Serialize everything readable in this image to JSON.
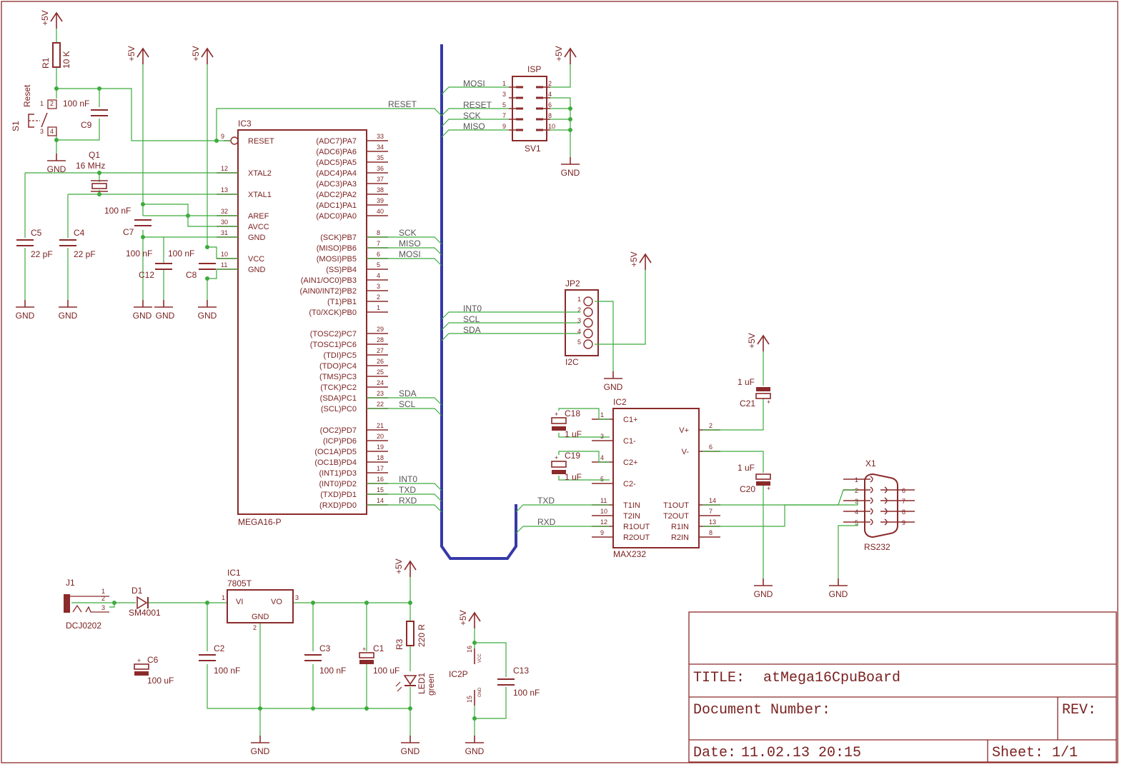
{
  "title_block": {
    "title_label": "TITLE:",
    "title_value": "atMega16CpuBoard",
    "docnum_label": "Document Number:",
    "rev_label": "REV:",
    "date_label": "Date:",
    "date_value": "11.02.13 20:15",
    "sheet_label": "Sheet:",
    "sheet_value": "1/1"
  },
  "ic3": {
    "ref": "IC3",
    "value": "MEGA16-P",
    "left_pins": [
      {
        "num": "9",
        "name": "RESET"
      },
      {
        "num": "12",
        "name": "XTAL2"
      },
      {
        "num": "13",
        "name": "XTAL1"
      },
      {
        "num": "32",
        "name": "AREF"
      },
      {
        "num": "30",
        "name": "AVCC"
      },
      {
        "num": "31",
        "name": "GND"
      },
      {
        "num": "10",
        "name": "VCC"
      },
      {
        "num": "11",
        "name": "GND"
      }
    ],
    "right_pins": [
      {
        "num": "33",
        "name": "(ADC7)PA7"
      },
      {
        "num": "34",
        "name": "(ADC6)PA6"
      },
      {
        "num": "35",
        "name": "(ADC5)PA5"
      },
      {
        "num": "36",
        "name": "(ADC4)PA4"
      },
      {
        "num": "37",
        "name": "(ADC3)PA3"
      },
      {
        "num": "38",
        "name": "(ADC2)PA2"
      },
      {
        "num": "39",
        "name": "(ADC1)PA1"
      },
      {
        "num": "40",
        "name": "(ADC0)PA0"
      },
      {
        "num": "8",
        "name": "(SCK)PB7"
      },
      {
        "num": "7",
        "name": "(MISO)PB6"
      },
      {
        "num": "6",
        "name": "(MOSI)PB5"
      },
      {
        "num": "5",
        "name": "(SS)PB4"
      },
      {
        "num": "4",
        "name": "(AIN1/OC0)PB3"
      },
      {
        "num": "3",
        "name": "(AIN0/INT2)PB2"
      },
      {
        "num": "2",
        "name": "(T1)PB1"
      },
      {
        "num": "1",
        "name": "(T0/XCK)PB0"
      },
      {
        "num": "29",
        "name": "(TOSC2)PC7"
      },
      {
        "num": "28",
        "name": "(TOSC1)PC6"
      },
      {
        "num": "27",
        "name": "(TDI)PC5"
      },
      {
        "num": "26",
        "name": "(TDO)PC4"
      },
      {
        "num": "25",
        "name": "(TMS)PC3"
      },
      {
        "num": "24",
        "name": "(TCK)PC2"
      },
      {
        "num": "23",
        "name": "(SDA)PC1"
      },
      {
        "num": "22",
        "name": "(SCL)PC0"
      },
      {
        "num": "21",
        "name": "(OC2)PD7"
      },
      {
        "num": "20",
        "name": "(ICP)PD6"
      },
      {
        "num": "19",
        "name": "(OC1A)PD5"
      },
      {
        "num": "18",
        "name": "(OC1B)PD4"
      },
      {
        "num": "17",
        "name": "(INT1)PD3"
      },
      {
        "num": "16",
        "name": "(INT0)PD2"
      },
      {
        "num": "15",
        "name": "(TXD)PD1"
      },
      {
        "num": "14",
        "name": "(RXD)PD0"
      }
    ],
    "net_labels": {
      "sck": "SCK",
      "miso": "MISO",
      "mosi": "MOSI",
      "sda": "SDA",
      "scl": "SCL",
      "int0": "INT0",
      "txd": "TXD",
      "rxd": "RXD",
      "reset": "RESET"
    }
  },
  "ic2": {
    "ref": "IC2",
    "value": "MAX232",
    "left_pins": [
      {
        "num": "1",
        "name": "C1+"
      },
      {
        "num": "3",
        "name": "C1-"
      },
      {
        "num": "4",
        "name": "C2+"
      },
      {
        "num": "5",
        "name": "C2-"
      },
      {
        "num": "11",
        "name": "T1IN"
      },
      {
        "num": "10",
        "name": "T2IN"
      },
      {
        "num": "12",
        "name": "R1OUT"
      },
      {
        "num": "9",
        "name": "R2OUT"
      }
    ],
    "right_pins": [
      {
        "num": "2",
        "name": "V+"
      },
      {
        "num": "6",
        "name": "V-"
      },
      {
        "num": "14",
        "name": "T1OUT"
      },
      {
        "num": "7",
        "name": "T2OUT"
      },
      {
        "num": "13",
        "name": "R1IN"
      },
      {
        "num": "8",
        "name": "R2IN"
      }
    ],
    "net_txd": "TXD",
    "net_rxd": "RXD"
  },
  "isp": {
    "title": "ISP",
    "ref": "SV1",
    "left_pins": [
      "1",
      "3",
      "5",
      "7",
      "9"
    ],
    "right_pins": [
      "2",
      "4",
      "6",
      "8",
      "10"
    ],
    "nets": {
      "mosi": "MOSI",
      "reset": "RESET",
      "sck": "SCK",
      "miso": "MISO"
    }
  },
  "jp2": {
    "ref": "JP2",
    "value": "I2C",
    "pins": [
      "1",
      "2",
      "3",
      "4",
      "5"
    ],
    "nets": {
      "int0": "INT0",
      "scl": "SCL",
      "sda": "SDA"
    }
  },
  "x1": {
    "ref": "X1",
    "value": "RS232",
    "left_pins": [
      "1",
      "2",
      "3",
      "4",
      "5"
    ],
    "right_pins": [
      "6",
      "7",
      "8",
      "9"
    ]
  },
  "ic1": {
    "ref": "IC1",
    "value": "7805T",
    "vi": "VI",
    "vo": "VO",
    "gnd": "GND",
    "pin1": "1",
    "pin2": "2",
    "pin3": "3"
  },
  "ic2p": {
    "ref": "IC2P",
    "vcc": "VCC",
    "gnd": "GND",
    "pin16": "16",
    "pin15": "15"
  },
  "parts": {
    "r1": {
      "ref": "R1",
      "value": "10 K"
    },
    "r3": {
      "ref": "R3",
      "value": "220 R"
    },
    "s1": {
      "ref": "S1",
      "value": "Reset",
      "p1": "1",
      "p2": "2",
      "p3": "3",
      "p4": "4"
    },
    "q1": {
      "ref": "Q1",
      "value": "16 MHz"
    },
    "c9": {
      "ref": "C9",
      "value": "100 nF"
    },
    "c5": {
      "ref": "C5",
      "value": "22 pF"
    },
    "c4": {
      "ref": "C4",
      "value": "22 pF"
    },
    "c7": {
      "ref": "C7",
      "value": "100 nF"
    },
    "c12": {
      "ref": "C12",
      "value": "100 nF"
    },
    "c8": {
      "ref": "C8",
      "value": "100 nF"
    },
    "c18": {
      "ref": "C18",
      "value": "1 uF"
    },
    "c19": {
      "ref": "C19",
      "value": "1 uF"
    },
    "c21": {
      "ref": "C21",
      "value": "1 uF"
    },
    "c20": {
      "ref": "C20",
      "value": "1 uF"
    },
    "c6": {
      "ref": "C6",
      "value": "100 uF"
    },
    "c2": {
      "ref": "C2",
      "value": "100 nF"
    },
    "c3": {
      "ref": "C3",
      "value": "100 nF"
    },
    "c1": {
      "ref": "C1",
      "value": "100 uF"
    },
    "c13": {
      "ref": "C13",
      "value": "100 nF"
    },
    "j1": {
      "ref": "J1",
      "value": "DCJ0202",
      "p1": "1",
      "p2": "2",
      "p3": "3"
    },
    "d1": {
      "ref": "D1",
      "value": "SM4001"
    },
    "led1": {
      "ref": "LED1",
      "value": "green"
    }
  },
  "supply": {
    "vcc": "+5V",
    "gnd": "GND"
  }
}
